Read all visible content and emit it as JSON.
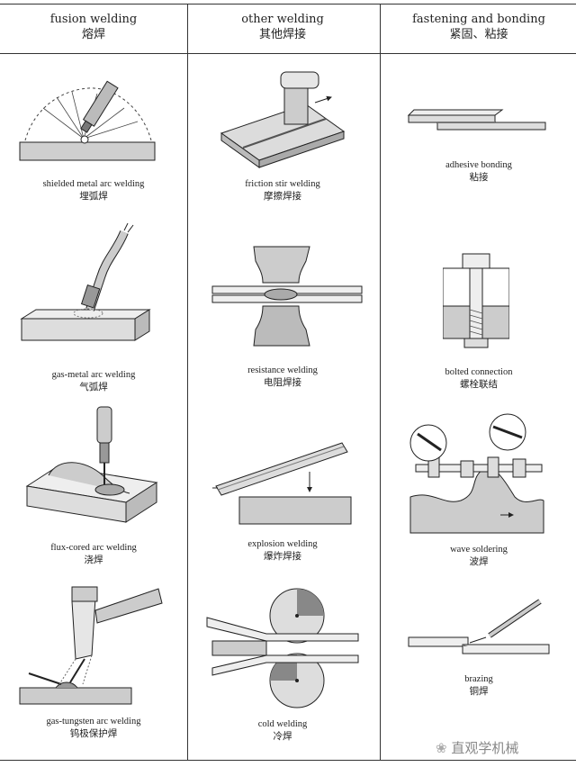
{
  "columns": [
    {
      "title": "fusion welding",
      "title_zh": "熔焊"
    },
    {
      "title": "other welding",
      "title_zh": "其他焊接"
    },
    {
      "title": "fastening and bonding",
      "title_zh": "紧固、粘接"
    }
  ],
  "cells": [
    {
      "en": "shielded metal arc welding",
      "zh": "埋弧焊"
    },
    {
      "en": "friction stir welding",
      "zh": "摩擦焊接"
    },
    {
      "en": "adhesive bonding",
      "zh": "粘接"
    },
    {
      "en": "gas-metal arc welding",
      "zh": "气弧焊"
    },
    {
      "en": "resistance welding",
      "zh": "电阻焊接"
    },
    {
      "en": "bolted connection",
      "zh": "螺栓联结"
    },
    {
      "en": "flux-cored arc welding",
      "zh": "浇焊"
    },
    {
      "en": "explosion welding",
      "zh": "爆炸焊接"
    },
    {
      "en": "wave soldering",
      "zh": "波焊"
    },
    {
      "en": "gas-tungsten arc welding",
      "zh": "钨极保护焊"
    },
    {
      "en": "cold welding",
      "zh": "冷焊"
    },
    {
      "en": "brazing",
      "zh": "铜焊"
    }
  ],
  "watermark": "直观学机械"
}
